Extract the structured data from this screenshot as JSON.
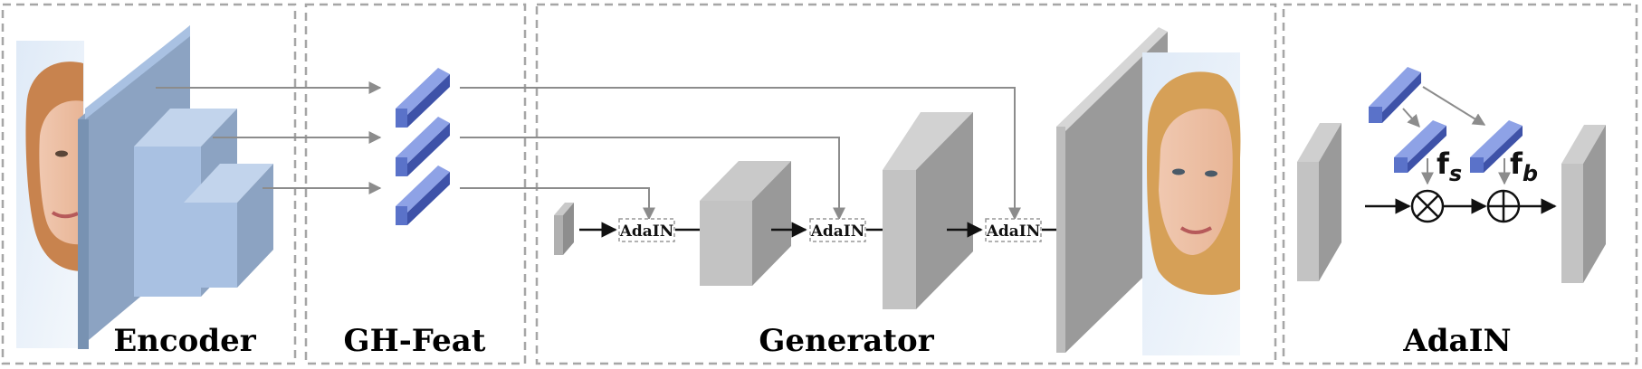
{
  "labels": {
    "encoder": "Encoder",
    "ghfeat": "GH-Feat",
    "generator": "Generator",
    "adain_panel": "AdaIN"
  },
  "adain_blocks": [
    "AdaIN",
    "AdaIN",
    "AdaIN"
  ],
  "adain_detail": {
    "scale_symbol": "f",
    "scale_subscript": "s",
    "bias_symbol": "f",
    "bias_subscript": "b"
  },
  "colors": {
    "panel_border": "#a6a6a6",
    "encoder_blue": "#8ca3c2",
    "encoder_light": "#a9c1e2",
    "feature_blue": "#5a72c9",
    "generator_gray": "#9a9a9a",
    "arrow_gray": "#8c8c8c"
  }
}
